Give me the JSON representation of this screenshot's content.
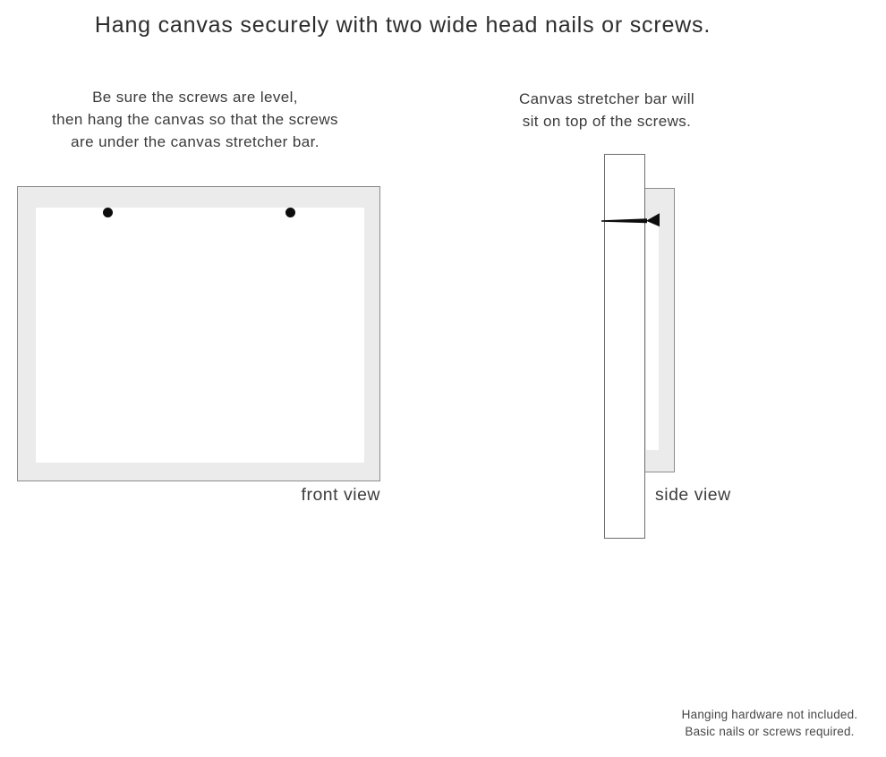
{
  "title": "Hang canvas securely with two wide head nails or screws.",
  "left_note": {
    "lines": [
      "Be sure the screws are level,",
      "then hang the canvas so that the screws",
      "are under the canvas stretcher bar."
    ]
  },
  "right_note": {
    "lines": [
      "Canvas stretcher bar will",
      "sit on top of the screws."
    ]
  },
  "front_view": {
    "label": "front view",
    "screw_count": 2
  },
  "side_view": {
    "label": "side view"
  },
  "footer": {
    "lines": [
      "Hanging hardware not included.",
      "Basic nails or screws required."
    ]
  },
  "colors": {
    "canvas-fill": "#ebebeb",
    "frame-border": "#8c8c8c",
    "wall-border": "#6d6d6d",
    "ink": "#0d0d0d",
    "text-dark": "#2d2d2d",
    "text-body": "#3a3a3a",
    "text-label": "#3d3d3d",
    "text-footer": "#474747"
  }
}
